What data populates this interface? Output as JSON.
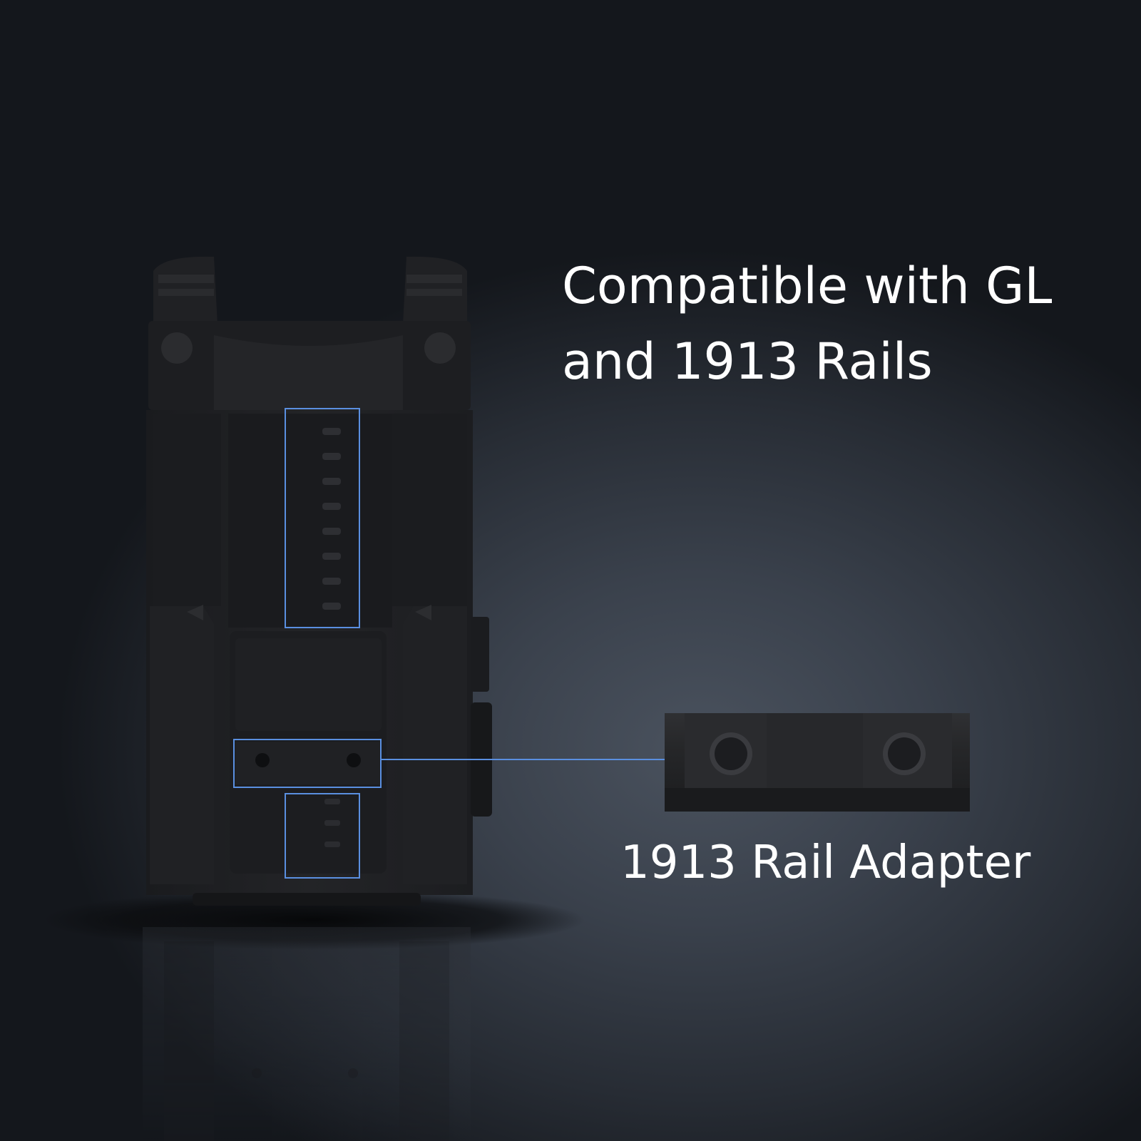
{
  "headline": {
    "line1": "Compatible with GL",
    "line2": "and 1913 Rails"
  },
  "adapter_caption": "1913 Rail Adapter",
  "colors": {
    "background_dark": "#14171c",
    "background_light": "#4a525e",
    "device_body": "#1e1f22",
    "highlight_line": "#5a8fe0",
    "text": "#ffffff"
  }
}
